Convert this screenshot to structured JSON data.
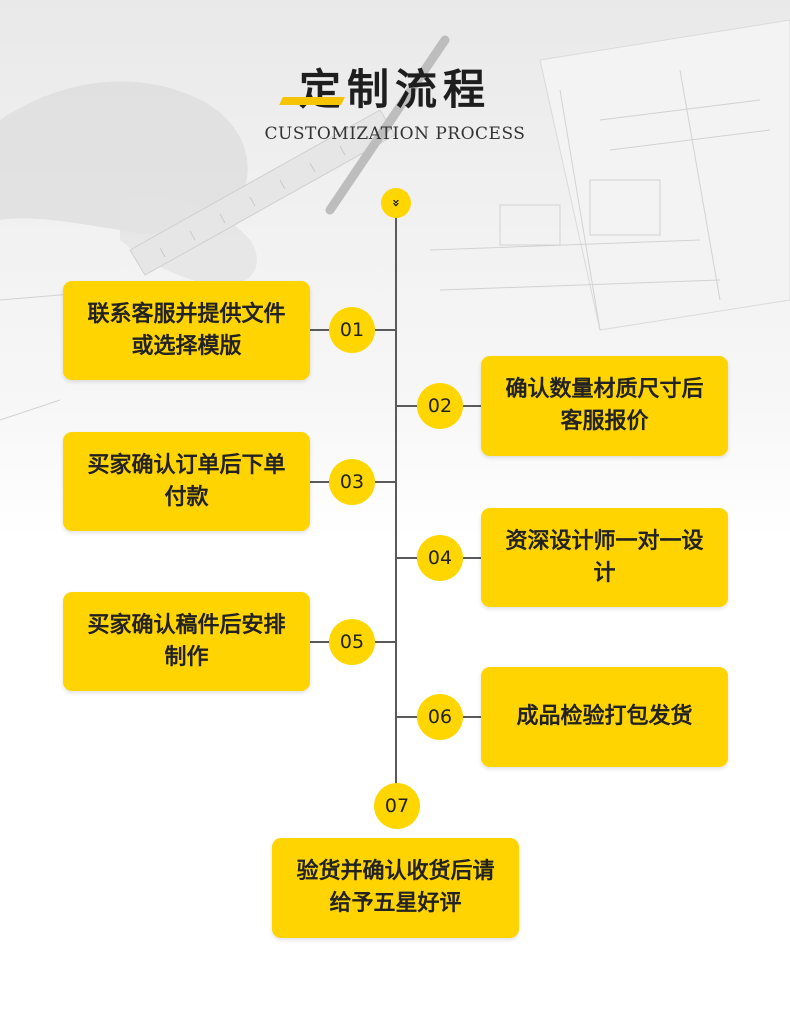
{
  "header": {
    "title": "定制流程",
    "subtitle": "CUSTOMIZATION PROCESS"
  },
  "top_icon": "chevron-double-down-icon",
  "colors": {
    "accent": "#FFD400",
    "line": "#5A5A5A",
    "text": "#222222"
  },
  "steps": [
    {
      "number": "01",
      "text": "联系客服并提供文件或选择模版"
    },
    {
      "number": "02",
      "text": "确认数量材质尺寸后客服报价"
    },
    {
      "number": "03",
      "text": "买家确认订单后下单付款"
    },
    {
      "number": "04",
      "text": "资深设计师一对一设计"
    },
    {
      "number": "05",
      "text": "买家确认稿件后安排制作"
    },
    {
      "number": "06",
      "text": "成品检验打包发货"
    },
    {
      "number": "07",
      "text": "验货并确认收货后请给予五星好评"
    }
  ]
}
